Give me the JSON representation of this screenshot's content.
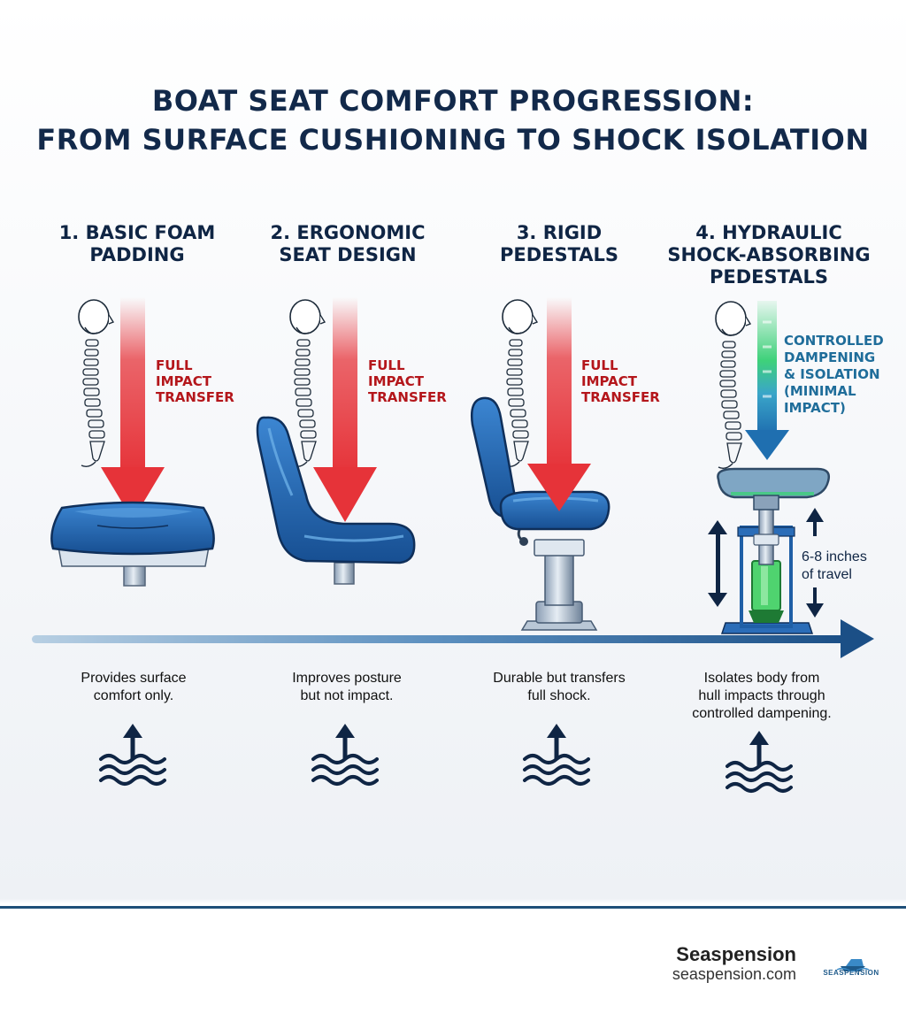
{
  "title": {
    "line1": "BOAT SEAT COMFORT PROGRESSION:",
    "line2": "FROM SURFACE CUSHIONING TO SHOCK ISOLATION"
  },
  "stages": [
    {
      "title_lines": [
        "1. BASIC FOAM",
        "PADDING"
      ],
      "impact_lines": [
        "FULL",
        "IMPACT",
        "TRANSFER"
      ],
      "desc_lines": [
        "Provides surface",
        "comfort only."
      ]
    },
    {
      "title_lines": [
        "2. ERGONOMIC",
        "SEAT DESIGN"
      ],
      "impact_lines": [
        "FULL",
        "IMPACT",
        "TRANSFER"
      ],
      "desc_lines": [
        "Improves posture",
        "but not impact."
      ]
    },
    {
      "title_lines": [
        "3. RIGID",
        "PEDESTALS"
      ],
      "impact_lines": [
        "FULL",
        "IMPACT",
        "TRANSFER"
      ],
      "desc_lines": [
        "Durable but transfers",
        "full shock."
      ]
    },
    {
      "title_lines": [
        "4. HYDRAULIC",
        "SHOCK-ABSORBING",
        "PEDESTALS"
      ],
      "impact_lines": [
        "CONTROLLED",
        "DAMPENING",
        "& ISOLATION",
        "(MINIMAL",
        "IMPACT)"
      ],
      "desc_lines": [
        "Isolates body from",
        "hull impacts through",
        "controlled dampening."
      ]
    }
  ],
  "travel_lines": [
    "6-8 inches",
    "of travel"
  ],
  "brand": {
    "name": "Seaspension",
    "url": "seaspension.com",
    "logo_text": "SEASPENSION"
  },
  "colors": {
    "impact_red": "#e63339",
    "dampening_green": "#3ed17a",
    "seat_blue": "#1f5fa6",
    "navy": "#0f2544"
  },
  "icons": [
    "spine-icon",
    "seat-icon",
    "wave-up-arrow-icon",
    "progression-arrow-icon"
  ]
}
